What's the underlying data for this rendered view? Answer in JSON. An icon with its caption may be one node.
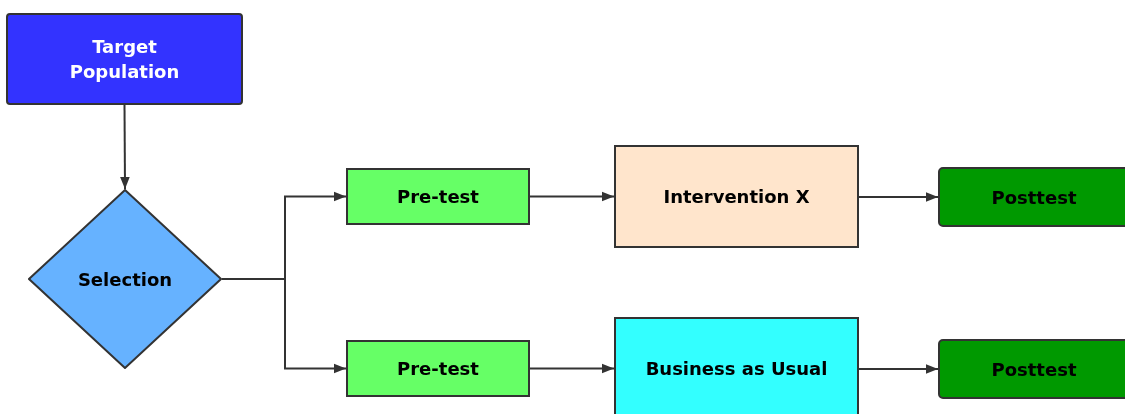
{
  "diagram": {
    "nodes": [
      {
        "text": [
          "Target Population"
        ]
      },
      {
        "text": [
          "Selection"
        ]
      },
      {
        "text": [
          "Pre-test"
        ]
      },
      {
        "text": [
          "Intervention X"
        ]
      },
      {
        "text": [
          "Posttest"
        ]
      },
      {
        "text": [
          "Pre-test"
        ]
      },
      {
        "text": [
          "Business as Usual"
        ]
      },
      {
        "text": [
          "Posttest"
        ]
      }
    ],
    "edges": [
      {
        "from": 0,
        "to": 1,
        "arrow": "to"
      },
      {
        "from": 1,
        "to": 2,
        "arrow": "to"
      },
      {
        "from": 1,
        "to": 5,
        "arrow": "to"
      },
      {
        "from": 2,
        "to": 3,
        "arrow": "to"
      },
      {
        "from": 3,
        "to": 4,
        "arrow": "to"
      },
      {
        "from": 5,
        "to": 6,
        "arrow": "to"
      },
      {
        "from": 6,
        "to": 7,
        "arrow": "to"
      }
    ]
  }
}
